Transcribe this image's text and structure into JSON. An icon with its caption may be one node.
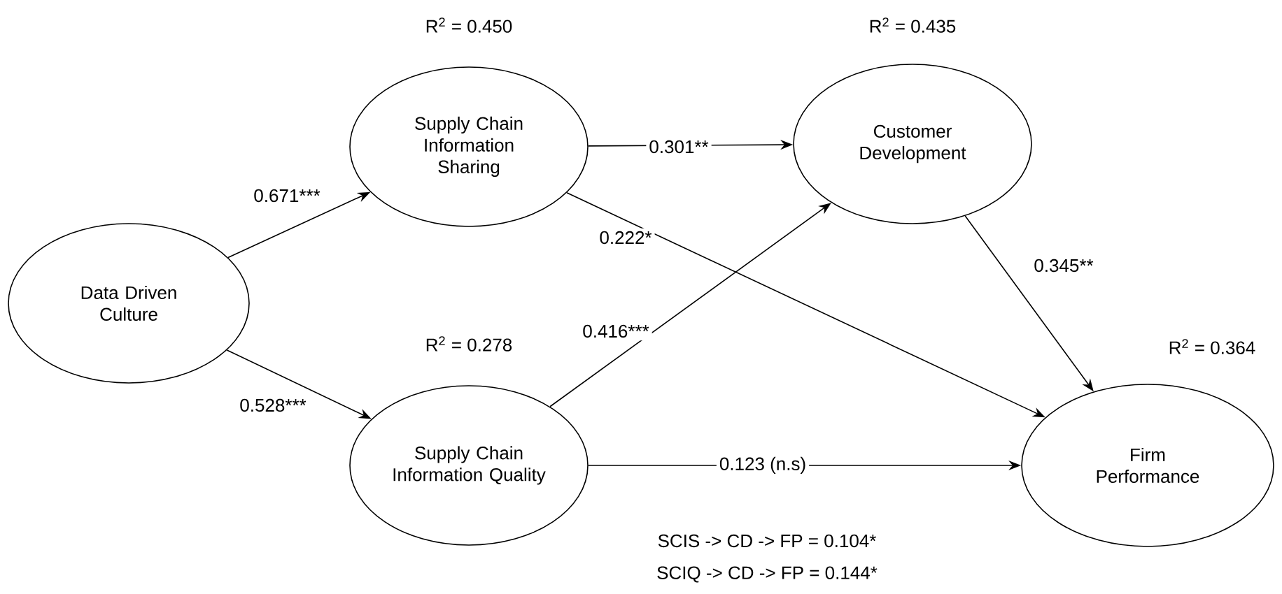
{
  "diagram": {
    "nodes": [
      {
        "text": [
          "Data Driven Culture"
        ]
      },
      {
        "text": [
          "Supply Chain Information Sharing"
        ],
        "beside": [
          "R$^{2}$ = 0.450"
        ]
      },
      {
        "text": [
          "Supply Chain Information Quality"
        ],
        "beside": [
          "R$^{2}$ = 0.278"
        ]
      },
      {
        "text": [
          "Customer Development"
        ],
        "beside": [
          "R$^{2}$ = 0.435"
        ]
      },
      {
        "text": [
          "Firm Performance"
        ],
        "beside": [
          "R$^{2}$ = 0.364"
        ]
      }
    ],
    "edges": [
      {
        "from": 0,
        "to": 1,
        "arrow": "to",
        "label": "0.671***"
      },
      {
        "from": 0,
        "to": 2,
        "arrow": "to",
        "label": "0.528***"
      },
      {
        "from": 1,
        "to": 3,
        "arrow": "to",
        "label": "0.301**"
      },
      {
        "from": 1,
        "to": 4,
        "arrow": "to",
        "label": "0.222*"
      },
      {
        "from": 2,
        "to": 3,
        "arrow": "to",
        "label": "0.416***"
      },
      {
        "from": 3,
        "to": 4,
        "arrow": "to",
        "label": "0.345**"
      },
      {
        "from": 2,
        "to": 4,
        "arrow": "to",
        "label": "0.123 (n.s)"
      }
    ],
    "labels": [
      "SCIS -> CD -> FP = 0.104*",
      "SCIQ -> CD -> FP = 0.144*"
    ]
  }
}
